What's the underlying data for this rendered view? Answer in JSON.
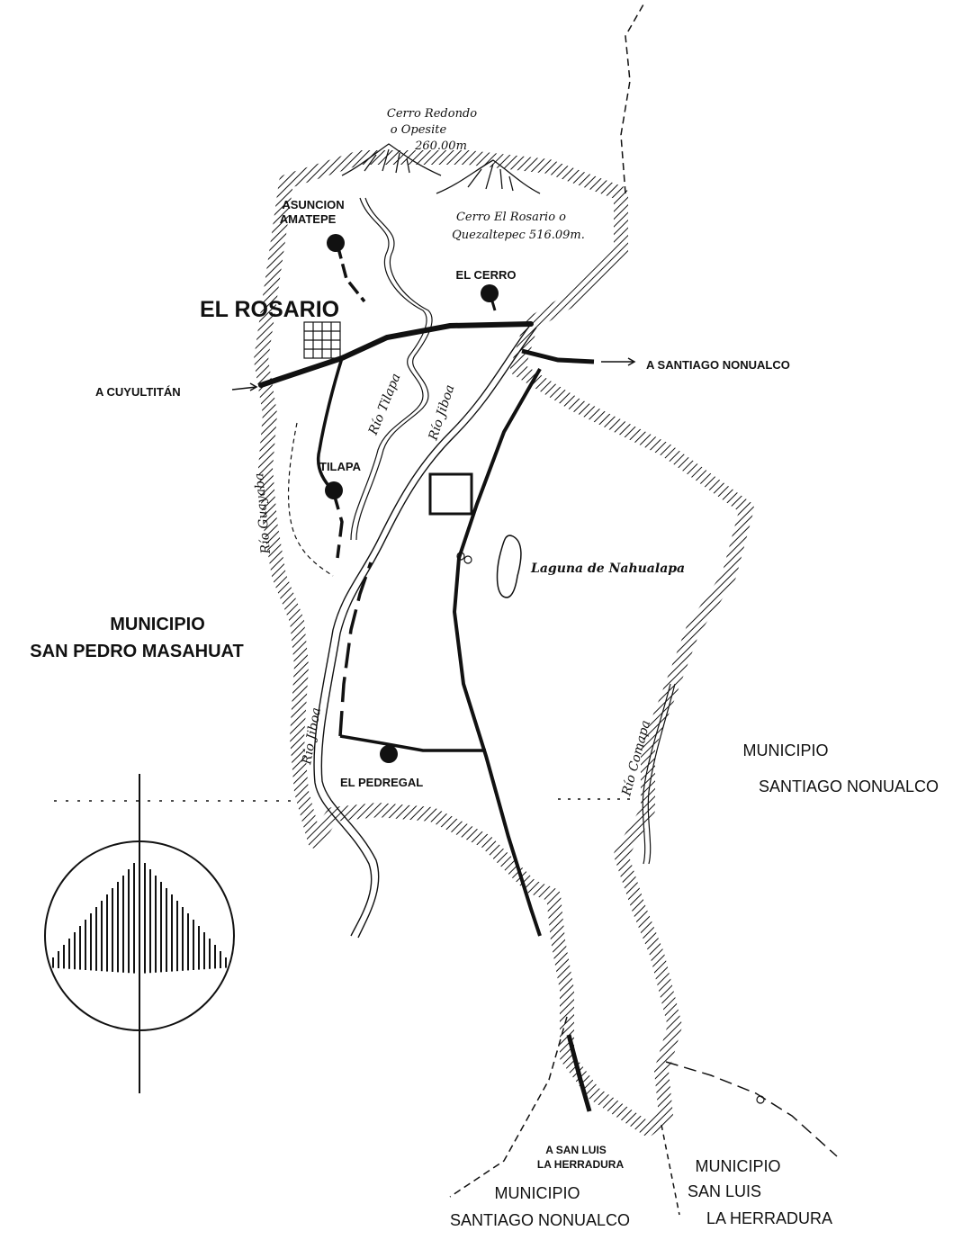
{
  "peaks": {
    "cerro_redondo": [
      "Cerro Redondo",
      "o Opesite",
      "260.00m"
    ],
    "cerro_rosario": [
      "Cerro El Rosario o",
      "Quezaltepec  516.09m."
    ]
  },
  "places": {
    "asuncion": [
      "ASUNCION",
      "AMATEPE"
    ],
    "el_rosario": "EL ROSARIO",
    "el_cerro": "EL CERRO",
    "tilapa": "TILAPA",
    "el_pedregal": "EL PEDREGAL"
  },
  "directions": {
    "cuyultitan": "A  CUYULTITÁN",
    "santiago_nonualco": "A  SANTIAGO  NONUALCO",
    "san_luis": [
      "A SAN LUIS",
      "LA HERRADURA"
    ]
  },
  "municipios": {
    "san_pedro": [
      "MUNICIPIO",
      "SAN  PEDRO MASAHUAT"
    ],
    "santiago_east": [
      "MUNICIPIO",
      "SANTIAGO  NONUALCO"
    ],
    "santiago_south": [
      "MUNICIPIO",
      "SANTIAGO NONUALCO"
    ],
    "san_luis": [
      "MUNICIPIO",
      "SAN LUIS",
      "LA HERRADURA"
    ]
  },
  "rivers": {
    "tilapa": "Río  Tilapa",
    "jiboa_north": "Río  Jiboa",
    "jiboa_south": "Río  Jiboa",
    "guayaba": "Río  Guayaba",
    "comapa": "Río  Comapa"
  },
  "water": {
    "laguna": "Laguna de Nahualapa"
  },
  "colors": {
    "ink": "#111111",
    "paper": "#ffffff"
  }
}
